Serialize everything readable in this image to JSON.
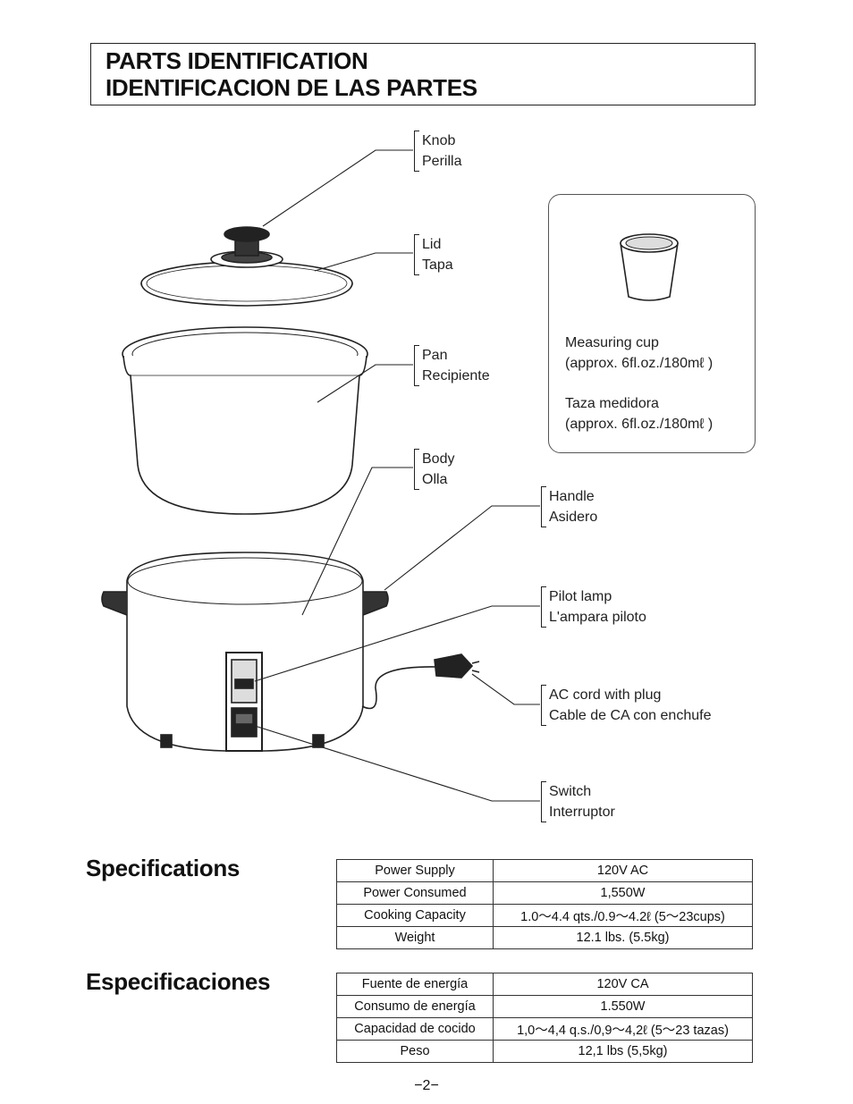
{
  "title": {
    "line1": "PARTS IDENTIFICATION",
    "line2": "IDENTIFICACION DE LAS PARTES"
  },
  "parts": [
    {
      "en": "Knob",
      "es": "Perilla"
    },
    {
      "en": "Lid",
      "es": "Tapa"
    },
    {
      "en": "Pan",
      "es": "Recipiente"
    },
    {
      "en": "Body",
      "es": "Olla"
    },
    {
      "en": "Handle",
      "es": "Asidero"
    },
    {
      "en": "Pilot lamp",
      "es": "L'ampara piloto"
    },
    {
      "en": "AC cord with plug",
      "es": "Cable de CA con enchufe"
    },
    {
      "en": "Switch",
      "es": "Interruptor"
    }
  ],
  "measuring_cup": {
    "en_name": "Measuring cup",
    "en_amount": "(approx. 6fl.oz./180mℓ )",
    "es_name": "Taza medidora",
    "es_amount": "(approx. 6fl.oz./180mℓ )"
  },
  "specs_en": {
    "heading": "Specifications",
    "rows": [
      {
        "k": "Power Supply",
        "v": "120V AC"
      },
      {
        "k": "Power Consumed",
        "v": "1,550W"
      },
      {
        "k": "Cooking Capacity",
        "v": "1.0～4.4 qts./0.9～4.2ℓ (5～23cups)"
      },
      {
        "k": "Weight",
        "v": "12.1 lbs. (5.5kg)"
      }
    ]
  },
  "specs_es": {
    "heading": "Especificaciones",
    "rows": [
      {
        "k": "Fuente de energía",
        "v": "120V CA"
      },
      {
        "k": "Consumo de energía",
        "v": "1.550W"
      },
      {
        "k": "Capacidad de cocido",
        "v": "1,0～4,4 q.s./0,9～4,2ℓ (5～23 tazas)"
      },
      {
        "k": "Peso",
        "v": "12,1 lbs (5,5kg)"
      }
    ]
  },
  "page_number": "−2−"
}
